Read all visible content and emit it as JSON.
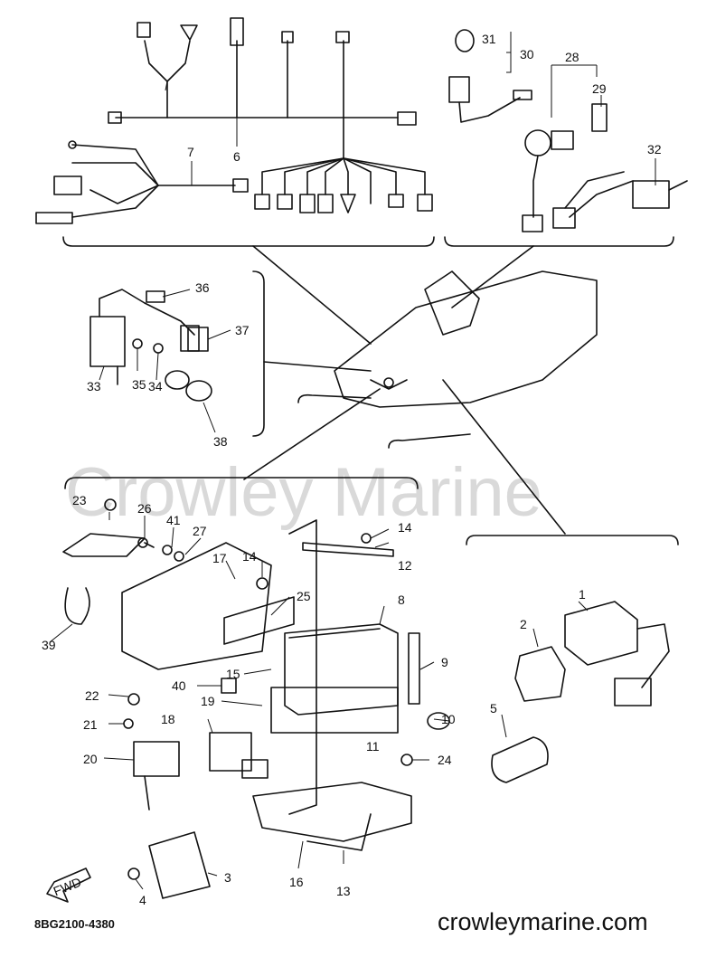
{
  "watermark": "Crowley Marine",
  "footer": {
    "part_code": "8BG2100-4380",
    "website": "crowleymarine.com"
  },
  "front_arrow_label": "FWD",
  "callouts": [
    "1",
    "2",
    "3",
    "4",
    "5",
    "6",
    "7",
    "8",
    "9",
    "10",
    "11",
    "12",
    "13",
    "14",
    "14",
    "15",
    "16",
    "17",
    "18",
    "19",
    "20",
    "21",
    "22",
    "23",
    "24",
    "25",
    "26",
    "27",
    "28",
    "29",
    "30",
    "31",
    "32",
    "33",
    "34",
    "35",
    "36",
    "37",
    "38",
    "39",
    "40",
    "41"
  ],
  "colors": {
    "ink": "#111111",
    "paper": "#ffffff",
    "watermark": "#d9d9d9"
  }
}
